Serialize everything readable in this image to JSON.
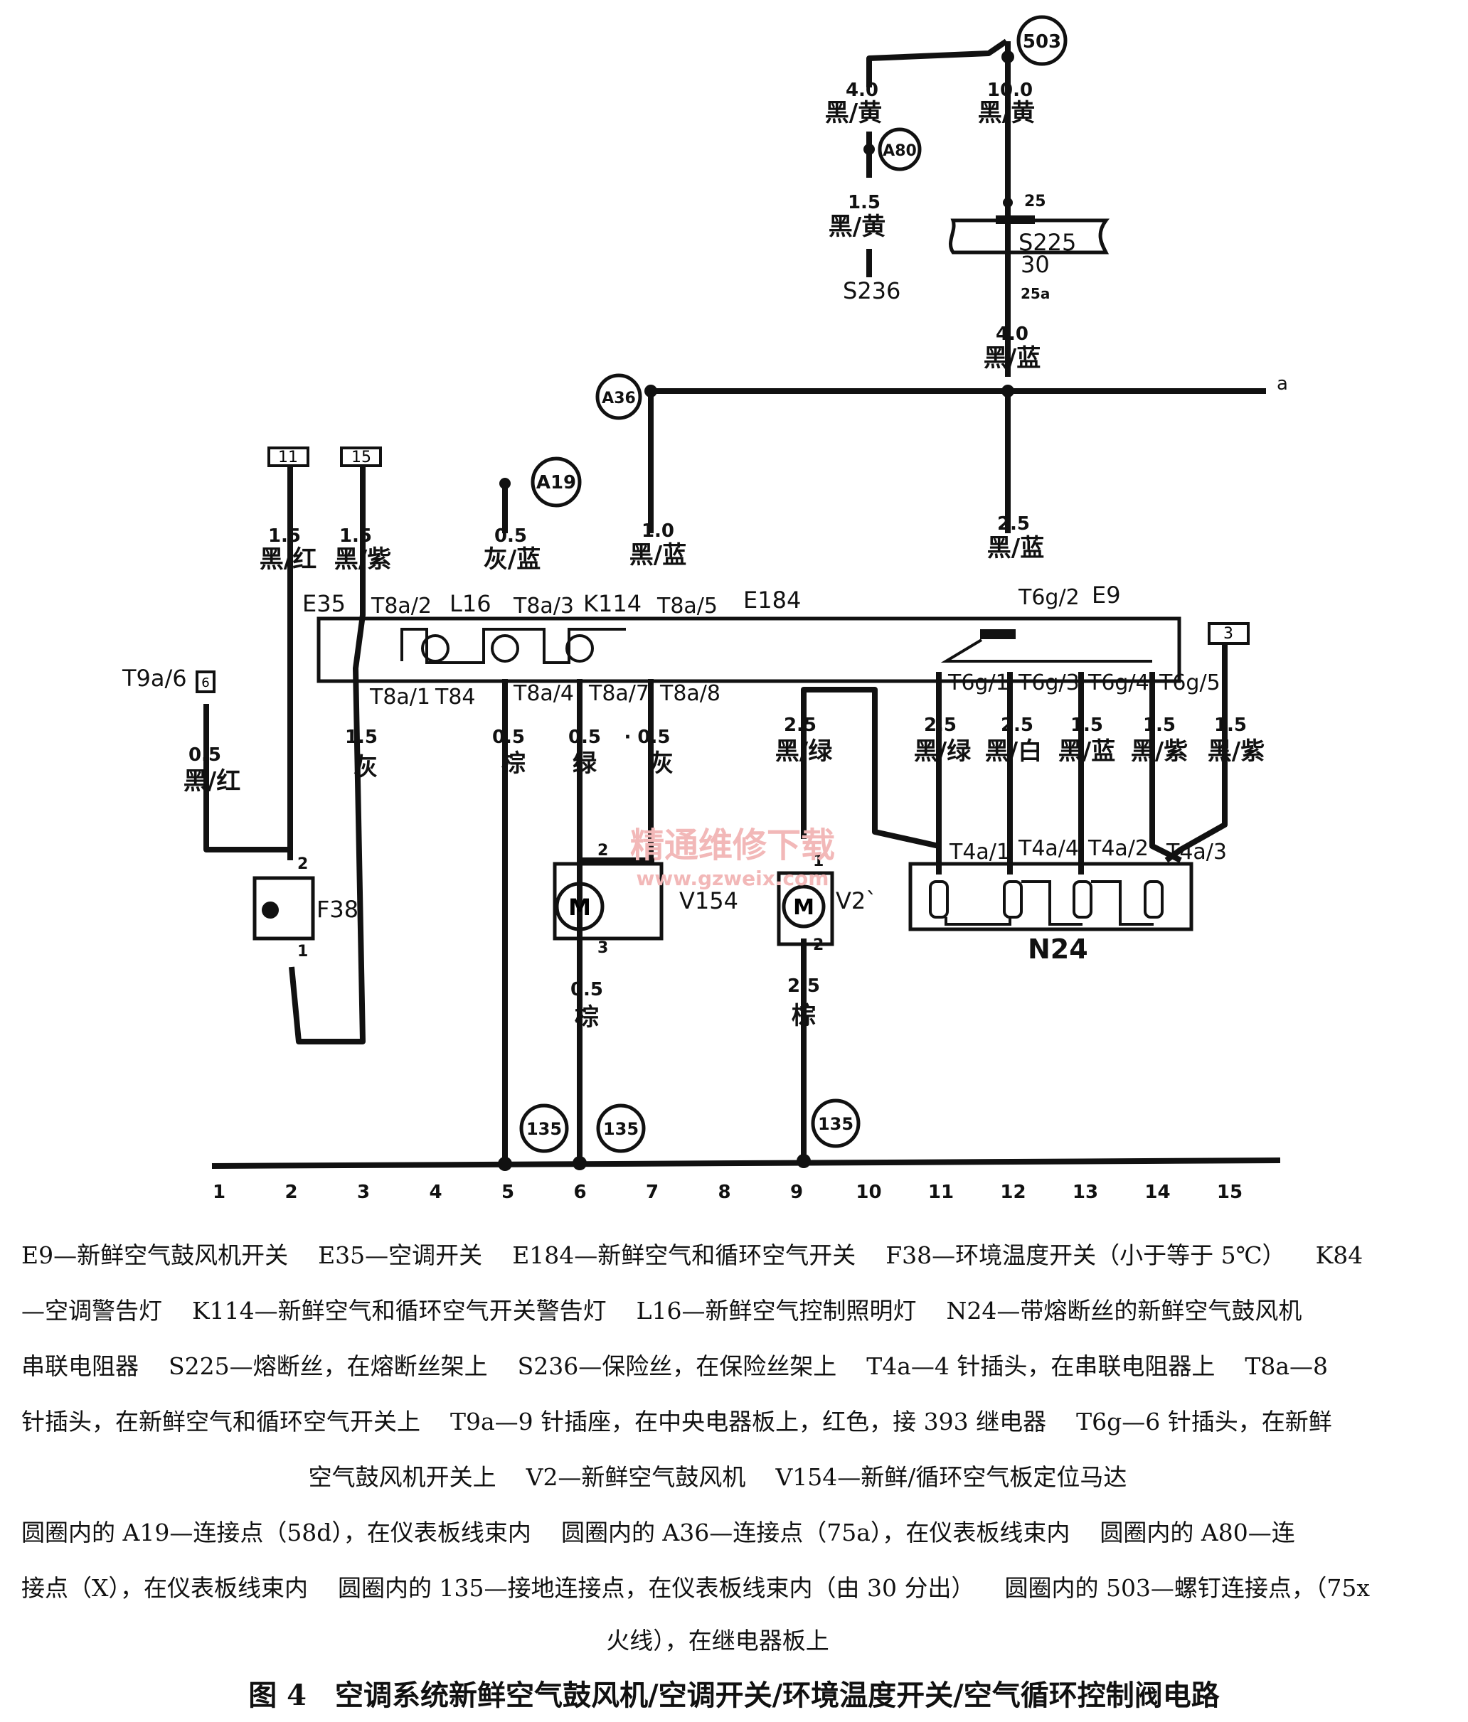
{
  "wires": {
    "w503_left_size": "4.0",
    "w503_left_color": "黑/黄",
    "w503_right_size": "10.0",
    "w503_right_color": "黑/黄",
    "wa80_size": "1.5",
    "wa80_color": "黑/黄",
    "w25a_size": "4.0",
    "w25a_color": "黑/蓝",
    "w11_size": "1.5",
    "w11_color": "黑/红",
    "w15_size": "1.5",
    "w15_color": "黑/紫",
    "wa19_size": "0.5",
    "wa19_color": "灰/蓝",
    "wa36_size": "1.0",
    "wa36_color": "黑/蓝",
    "we9_size": "2.5",
    "we9_color": "黑/蓝",
    "wt9_size": "0.5",
    "wt9_color": "黑/红",
    "w_t8a1_size": "1.5",
    "w_t8a1_color": "灰",
    "w_t8a4_size": "0.5",
    "w_t8a4_color": "棕",
    "w_t8a7_size": "0.5",
    "w_t8a7_color": "绿",
    "w_t8a8_size": "· 0.5",
    "w_t8a8_color": "灰",
    "w_v2_size": "2.5",
    "w_v2_color": "黑/绿",
    "w_t6g1_size": "2.5",
    "w_t6g1_color": "黑/绿",
    "w_t6g3_size": "2.5",
    "w_t6g3_color": "黑/白",
    "w_t6g4_size": "1.5",
    "w_t6g4_color": "黑/蓝",
    "w_t6g5_size": "1.5",
    "w_t6g5_color": "黑/紫",
    "w_t3_size": "1.5",
    "w_t3_color": "黑/紫",
    "w_v154_out_size": "0.5",
    "w_v154_out_color": "棕",
    "w_v2_out_size": "2.5",
    "w_v2_out_color": "棕"
  },
  "labels": {
    "s236": "S236",
    "s225": "S225",
    "s225_pin30": "30",
    "s225_pin25": "25",
    "s225_pin25a": "25a",
    "a": "a",
    "e35": "E35",
    "l16": "L16",
    "k114": "K114",
    "e184": "E184",
    "e9": "E9",
    "t8a2": "T8a/2",
    "t8a3": "T8a/3",
    "t8a5": "T8a/5",
    "t6g2": "T6g/2",
    "t8a1": "T8a/1",
    "t84": "T84",
    "t8a4": "T8a/4",
    "t8a7": "T8a/7",
    "t8a8": "T8a/8",
    "t6g1": "T6g/1",
    "t6g3": "T6g/3",
    "t6g4": "T6g/4",
    "t6g5": "T6g/5",
    "t9a6": "T9a/6",
    "f38": "F38",
    "v154": "V154",
    "v2": "V2`",
    "n24": "N24",
    "t4a1": "T4a/1",
    "t4a4": "T4a/4",
    "t4a2": "T4a/2",
    "t4a3": "T4a/3",
    "pin1": "1",
    "pin2": "2",
    "pin3": "3",
    "watermark_cn": "精通维修下载",
    "watermark_url": "www.gzweix.com"
  },
  "nodes": {
    "c503": "503",
    "ca80": "A80",
    "ca36": "A36",
    "ca19": "A19",
    "g1": "135",
    "g2": "135",
    "g3": "135",
    "box11": "11",
    "box15": "15",
    "box3": "3",
    "box6": "6"
  },
  "ground_numbers": [
    "1",
    "2",
    "3",
    "4",
    "5",
    "6",
    "7",
    "8",
    "9",
    "10",
    "11",
    "12",
    "13",
    "14",
    "15"
  ],
  "legend": {
    "line1": [
      "E9—新鲜空气鼓风机开关",
      "E35—空调开关",
      "E184—新鲜空气和循环空气开关",
      "F38—环境温度开关（小于等于 5℃）",
      "K84"
    ],
    "line2": [
      "—空调警告灯",
      "K114—新鲜空气和循环空气开关警告灯",
      "L16—新鲜空气控制照明灯",
      "N24—带熔断丝的新鲜空气鼓风机"
    ],
    "line3": [
      "串联电阻器",
      "S225—熔断丝，在熔断丝架上",
      "S236—保险丝，在保险丝架上",
      "T4a—4 针插头，在串联电阻器上",
      "T8a—8"
    ],
    "line4": [
      "针插头，在新鲜空气和循环空气开关上",
      "T9a—9 针插座，在中央电器板上，红色，接 393 继电器",
      "T6g—6 针插头，在新鲜"
    ],
    "line5": [
      "空气鼓风机开关上",
      "V2—新鲜空气鼓风机",
      "V154—新鲜/循环空气板定位马达"
    ],
    "line6": [
      "圆圈内的 A19—连接点（58d），在仪表板线束内",
      "圆圈内的 A36—连接点（75a），在仪表板线束内",
      "圆圈内的 A80—连"
    ],
    "line7": [
      "接点（X），在仪表板线束内",
      "圆圈内的 135—接地连接点，在仪表板线束内（由 30 分出）",
      "圆圈内的 503—螺钉连接点，（75x"
    ],
    "line8": [
      "火线），在继电器板上"
    ]
  },
  "caption": "图 4　空调系统新鲜空气鼓风机/空调开关/环境温度开关/空气循环控制阀电路"
}
